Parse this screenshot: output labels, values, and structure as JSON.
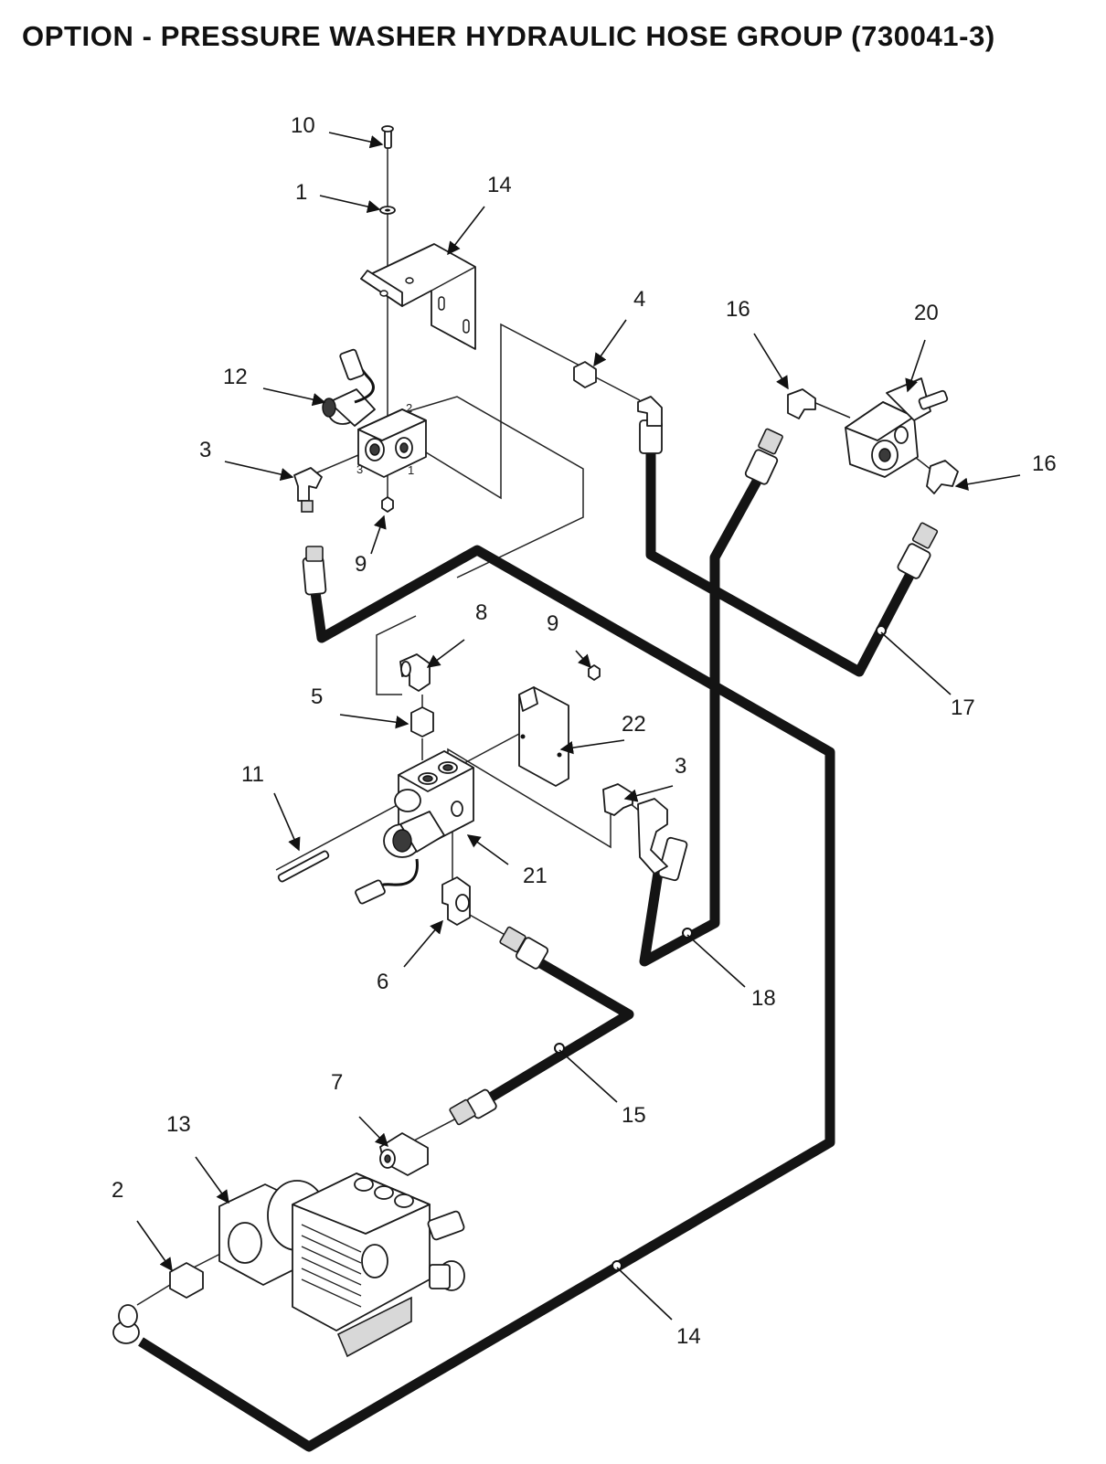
{
  "title": "OPTION - PRESSURE WASHER HYDRAULIC HOSE GROUP (730041-3)",
  "callouts": {
    "c10": "10",
    "c1": "1",
    "c14_top": "14",
    "c4": "4",
    "c16_top": "16",
    "c20": "20",
    "c12": "12",
    "c3_top": "3",
    "c16_right": "16",
    "c9_top": "9",
    "c8": "8",
    "c9_mid": "9",
    "c17": "17",
    "c5": "5",
    "c22": "22",
    "c11": "11",
    "c3_mid": "3",
    "c21": "21",
    "c6": "6",
    "c18": "18",
    "c7": "7",
    "c15": "15",
    "c13": "13",
    "c2": "2",
    "c14_bottom": "14"
  },
  "ports": {
    "p2": "2",
    "p3": "3",
    "p1": "1"
  }
}
